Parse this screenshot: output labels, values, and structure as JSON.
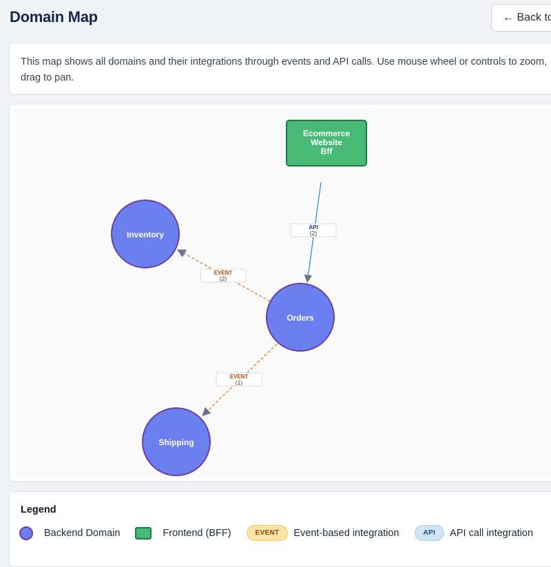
{
  "header": {
    "title": "Domain Map",
    "back_label": "← Back to"
  },
  "description": "This map shows all domains and their integrations through events and API calls. Use mouse wheel or controls to zoom, drag to pan.",
  "diagram": {
    "nodes": [
      {
        "id": "bff",
        "label_lines": [
          "Ecommerce",
          "Website",
          "Bff"
        ],
        "kind": "frontend"
      },
      {
        "id": "inventory",
        "label_lines": [
          "Inventory"
        ],
        "kind": "backend"
      },
      {
        "id": "orders",
        "label_lines": [
          "Orders"
        ],
        "kind": "backend"
      },
      {
        "id": "shipping",
        "label_lines": [
          "Shipping"
        ],
        "kind": "backend"
      }
    ],
    "edges": [
      {
        "from": "bff",
        "to": "orders",
        "type": "API",
        "count": "(2)"
      },
      {
        "from": "orders",
        "to": "inventory",
        "type": "EVENT",
        "count": "(2)"
      },
      {
        "from": "orders",
        "to": "shipping",
        "type": "EVENT",
        "count": "(1)"
      }
    ],
    "colors": {
      "backend_fill": "#6b7fef",
      "backend_stroke": "#6b3fa6",
      "frontend_fill": "#49b976",
      "frontend_stroke": "#1d7a43",
      "api_line": "#2b8fd1",
      "event_line": "#e8812b",
      "arrow": "#6b7585",
      "event_text": "#b4490c",
      "api_text": "#1b3a6b"
    }
  },
  "legend": {
    "title": "Legend",
    "backend_label": "Backend Domain",
    "frontend_label": "Frontend (BFF)",
    "event_badge": "EVENT",
    "event_label": "Event-based integration",
    "api_badge": "API",
    "api_label": "API call integration"
  }
}
